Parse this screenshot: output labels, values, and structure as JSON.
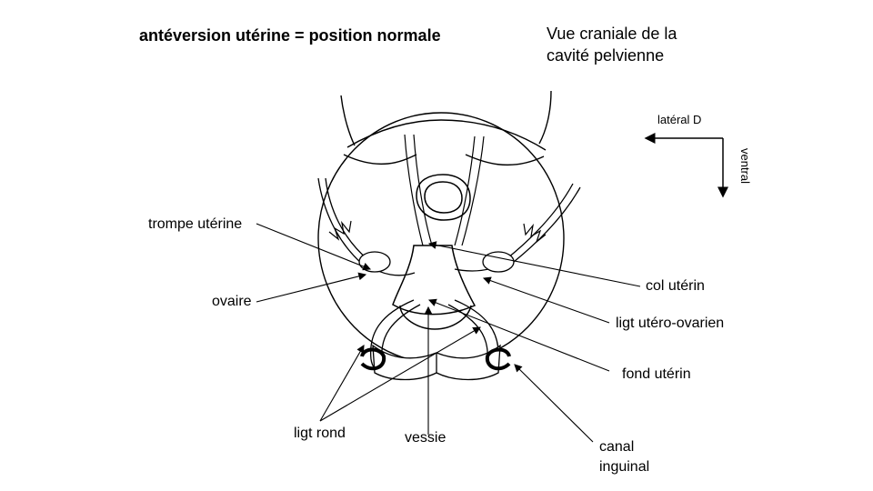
{
  "title": "antéversion utérine = position normale",
  "view": {
    "line1": "Vue craniale de la",
    "line2": "cavité pelvienne"
  },
  "orientation": {
    "lateral": "latéral D",
    "ventral": "ventral"
  },
  "labels": {
    "trompe": "trompe utérine",
    "ovaire": "ovaire",
    "ligt_rond": "ligt rond",
    "vessie": "vessie",
    "col": "col utérin",
    "ligt_utero": "ligt utéro-ovarien",
    "fond": "fond utérin",
    "canal_1": "canal",
    "canal_2": "inguinal"
  }
}
